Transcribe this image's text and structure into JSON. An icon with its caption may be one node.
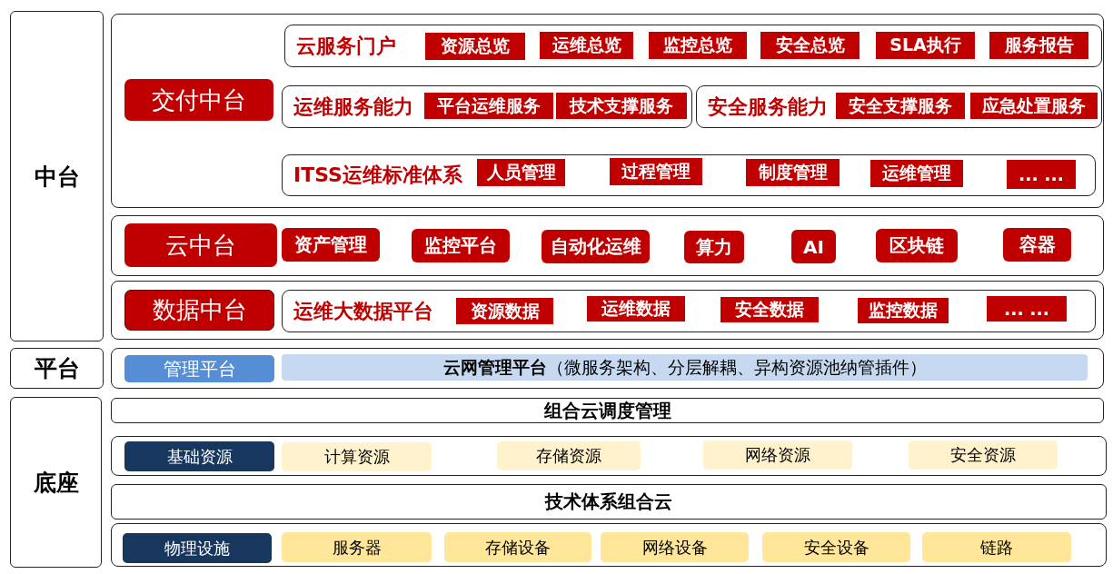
{
  "diagram": {
    "nodes": [
      {
        "text": [
          "中台"
        ]
      },
      {
        "text": [],
        "shape": "box"
      },
      {
        "text": [
          "交付中台"
        ],
        "in": 1
      },
      {
        "text": [
          "云服务门户"
        ],
        "in": 1
      },
      {
        "text": [
          "资源总览"
        ],
        "in": 3
      },
      {
        "text": [
          "运维总览"
        ],
        "in": 3
      },
      {
        "text": [
          "监控总览"
        ],
        "in": 3
      },
      {
        "text": [
          "安全总览"
        ],
        "in": 3
      },
      {
        "text": [
          "SLA执行"
        ],
        "in": 3
      },
      {
        "text": [
          "服务报告"
        ],
        "in": 3
      },
      {
        "text": [
          "运维服务能力"
        ],
        "in": 1
      },
      {
        "text": [
          "平台运维服务"
        ],
        "in": 10
      },
      {
        "text": [
          "技术支撑服务"
        ],
        "in": 10
      },
      {
        "text": [
          "安全服务能力"
        ],
        "in": 1
      },
      {
        "text": [
          "安全支撑服务"
        ],
        "in": 13
      },
      {
        "text": [
          "应急处置服务"
        ],
        "in": 13
      },
      {
        "text": [
          "ITSS运维标准体系"
        ],
        "in": 1
      },
      {
        "text": [
          "人员管理"
        ],
        "in": 16
      },
      {
        "text": [
          "过程管理"
        ],
        "in": 16
      },
      {
        "text": [
          "制度管理"
        ],
        "in": 16
      },
      {
        "text": [
          "运维管理"
        ],
        "in": 16
      },
      {
        "text": [
          "... ..."
        ],
        "in": 16
      },
      {
        "text": [],
        "shape": "box"
      },
      {
        "text": [
          "云中台"
        ],
        "in": 22
      },
      {
        "text": [
          "资产管理"
        ],
        "in": 22
      },
      {
        "text": [
          "监控平台"
        ],
        "in": 22
      },
      {
        "text": [
          "自动化运维"
        ],
        "in": 22
      },
      {
        "text": [
          "算力"
        ],
        "in": 22
      },
      {
        "text": [
          "AI"
        ],
        "in": 22
      },
      {
        "text": [
          "区块链"
        ],
        "in": 22
      },
      {
        "text": [
          "容器"
        ],
        "in": 22
      },
      {
        "text": [],
        "shape": "box"
      },
      {
        "text": [
          "数据中台"
        ],
        "in": 31
      },
      {
        "text": [
          "运维大数据平台"
        ],
        "in": 31
      },
      {
        "text": [
          "资源数据"
        ],
        "in": 33
      },
      {
        "text": [
          "运维数据"
        ],
        "in": 33
      },
      {
        "text": [
          "安全数据"
        ],
        "in": 33
      },
      {
        "text": [
          "监控数据"
        ],
        "in": 33
      },
      {
        "text": [
          "... ..."
        ],
        "in": 33
      },
      {
        "text": [
          "平台"
        ]
      },
      {
        "text": [],
        "shape": "box"
      },
      {
        "text": [
          "管理平台"
        ],
        "in": 40
      },
      {
        "text": [
          "**云网管理平台**（微服务架构、分层解耦、异构资源池纳管插件）"
        ],
        "in": 40
      },
      {
        "text": [
          "底座"
        ]
      },
      {
        "text": [
          "组合云调度管理"
        ]
      },
      {
        "text": [],
        "shape": "box"
      },
      {
        "text": [
          "基础资源"
        ],
        "in": 45
      },
      {
        "text": [
          "计算资源"
        ],
        "in": 45
      },
      {
        "text": [
          "存储资源"
        ],
        "in": 45
      },
      {
        "text": [
          "网络资源"
        ],
        "in": 45
      },
      {
        "text": [
          "安全资源"
        ],
        "in": 45
      },
      {
        "text": [
          "技术体系组合云"
        ]
      },
      {
        "text": [],
        "shape": "box"
      },
      {
        "text": [
          "物理设施"
        ],
        "in": 52
      },
      {
        "text": [
          "服务器"
        ],
        "in": 52
      },
      {
        "text": [
          "存储设备"
        ],
        "in": 52
      },
      {
        "text": [
          "网络设备"
        ],
        "in": 52
      },
      {
        "text": [
          "安全设备"
        ],
        "in": 52
      },
      {
        "text": [
          "链路"
        ],
        "in": 52
      }
    ]
  }
}
